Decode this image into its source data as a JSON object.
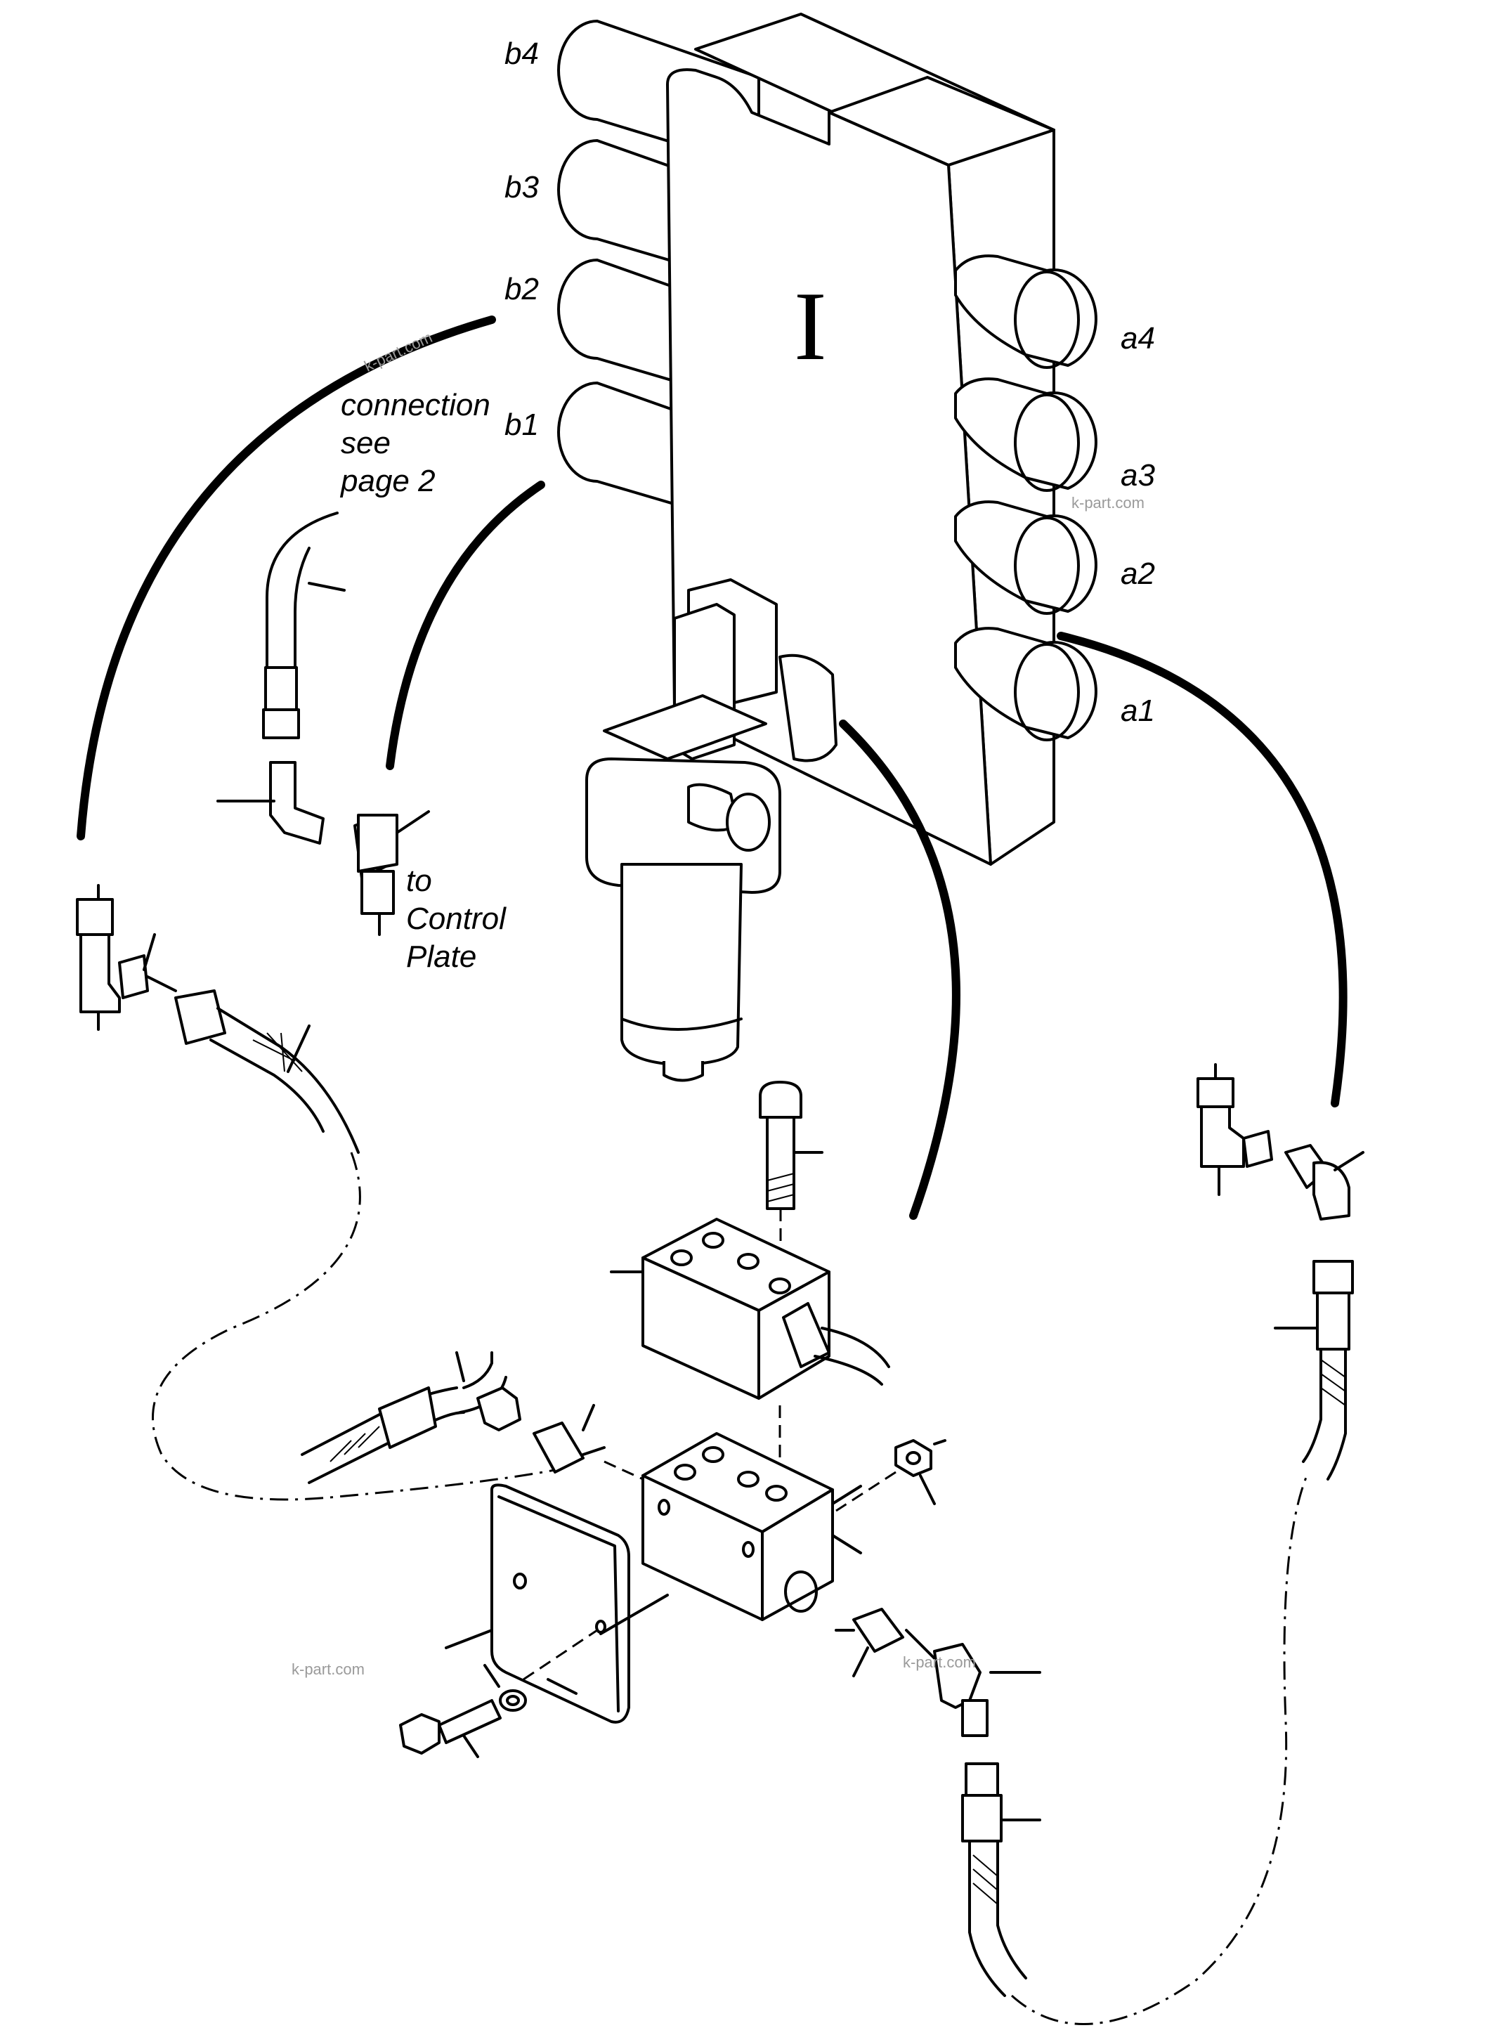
{
  "block_label": "I",
  "ports": {
    "b4": "b4",
    "b3": "b3",
    "b2": "b2",
    "b1": "b1",
    "a4": "a4",
    "a3": "a3",
    "a2": "a2",
    "a1": "a1"
  },
  "notes": {
    "connection_lines": [
      "connection",
      "see",
      "page 2"
    ],
    "control_lines": [
      "to",
      "Control",
      "Plate"
    ]
  },
  "watermark": "k-part.com"
}
